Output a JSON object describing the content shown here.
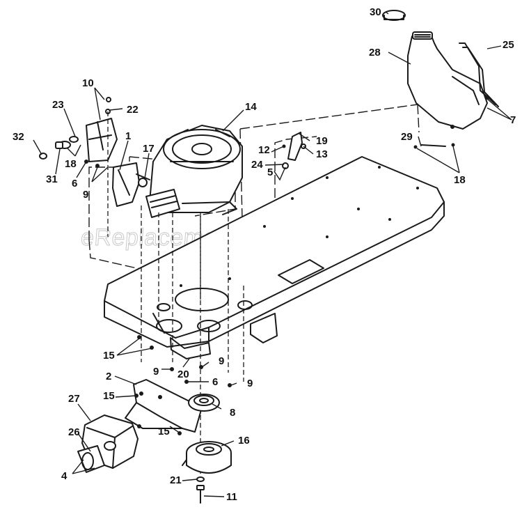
{
  "diagram": {
    "watermark": "eReplacementParts.com",
    "callouts": [
      "1",
      "2",
      "4",
      "5",
      "6",
      "6",
      "7",
      "8",
      "9",
      "9",
      "9",
      "9",
      "10",
      "11",
      "12",
      "13",
      "14",
      "15",
      "15",
      "15",
      "16",
      "17",
      "18",
      "18",
      "19",
      "20",
      "21",
      "22",
      "23",
      "24",
      "25",
      "26",
      "27",
      "28",
      "29",
      "30",
      "31",
      "32"
    ]
  }
}
